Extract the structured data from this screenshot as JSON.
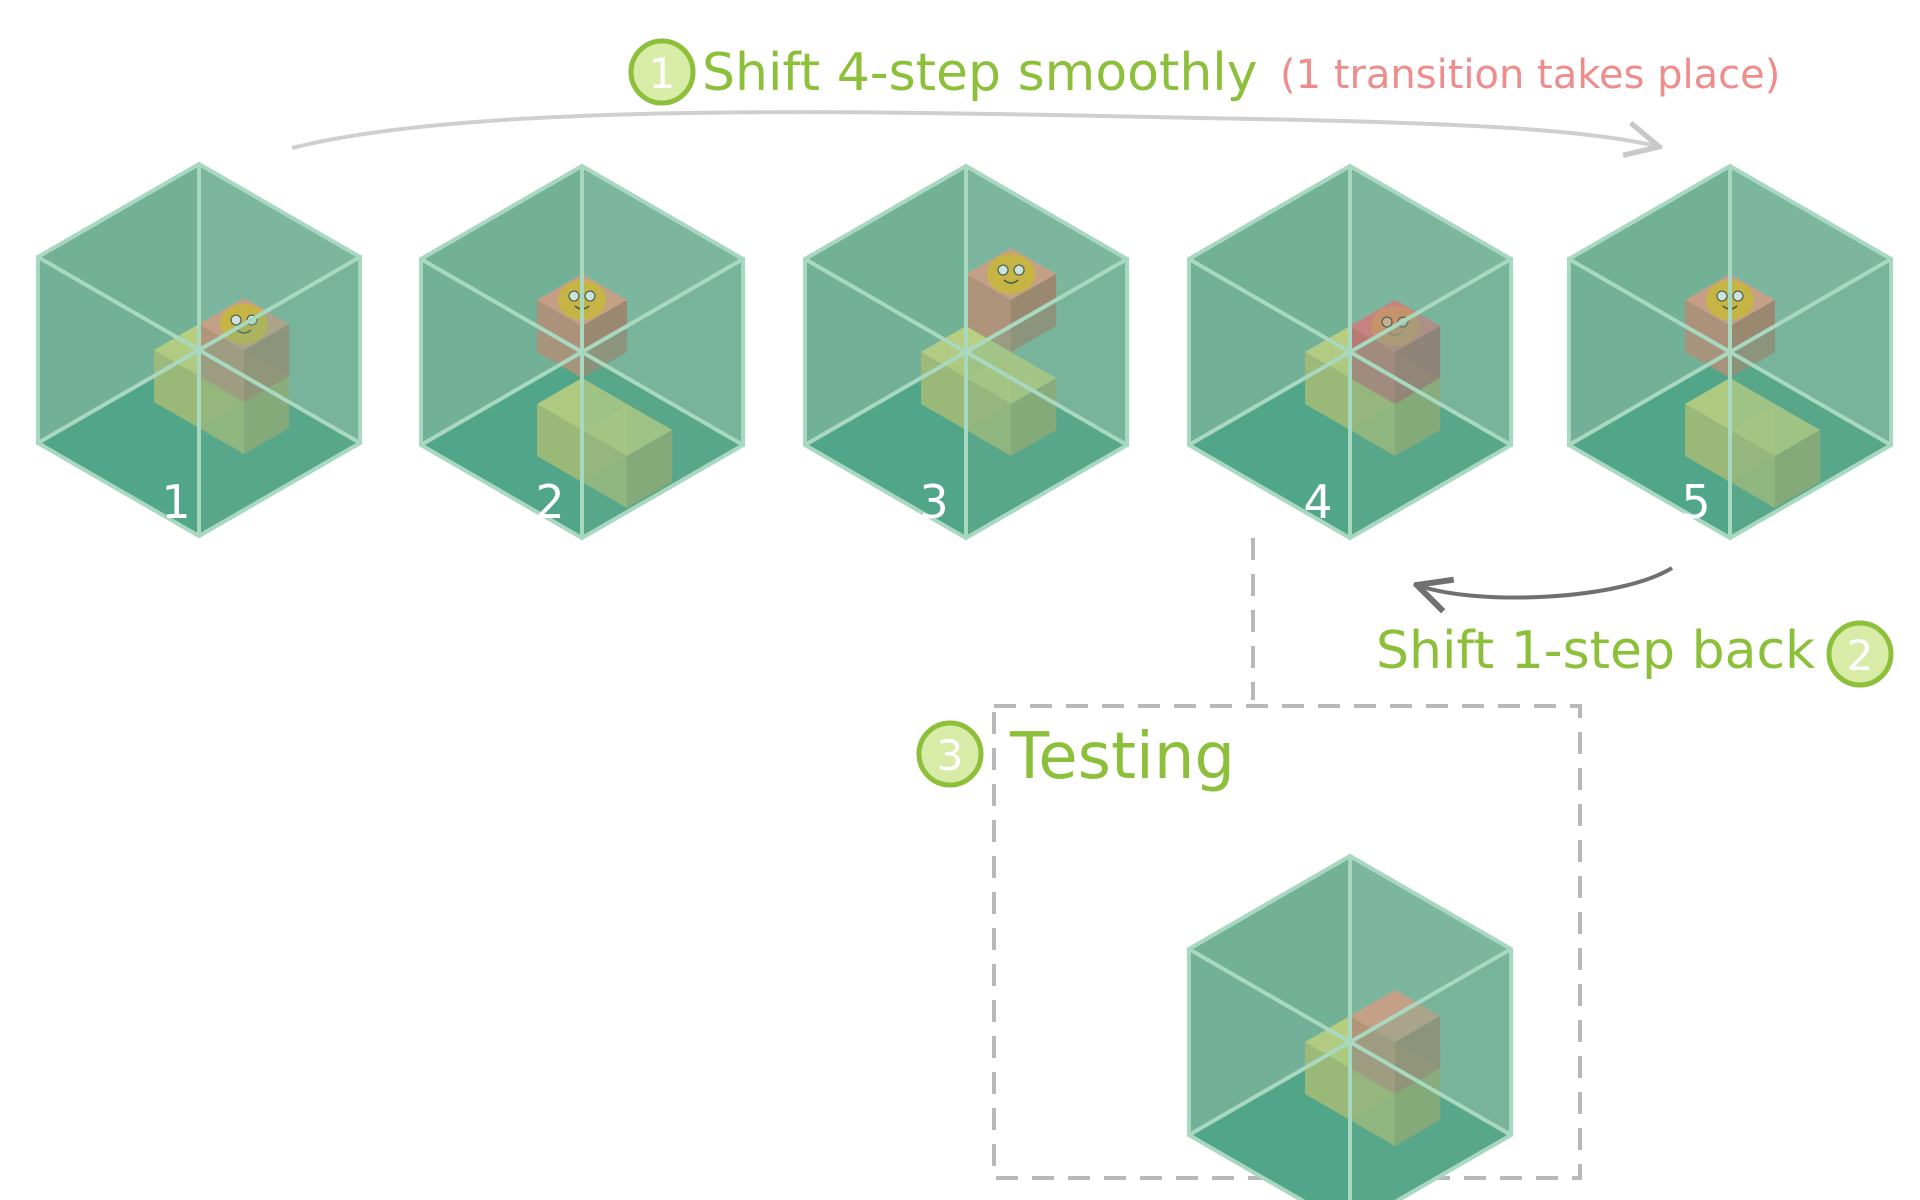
{
  "step1": {
    "badge": "1",
    "text": "Shift 4-step smoothly",
    "note": "(1 transition takes place)"
  },
  "step2": {
    "badge": "2",
    "text": "Shift 1-step back"
  },
  "step3": {
    "badge": "3",
    "text": "Testing"
  },
  "frames": [
    {
      "label": "1",
      "pattern": "a"
    },
    {
      "label": "2",
      "pattern": "b"
    },
    {
      "label": "3",
      "pattern": "c"
    },
    {
      "label": "4",
      "pattern": "d"
    },
    {
      "label": "5",
      "pattern": "e"
    },
    {
      "label": "",
      "pattern": "t"
    }
  ],
  "colors": {
    "accent_green": "#8dc03a",
    "note_pink": "#ef8d8d",
    "floor": "#3e9e82",
    "glass": "#6fae94",
    "edge": "#a8d8c0",
    "yellow_block": "#dbd46a",
    "salmon_block": "#e98a72",
    "red_block": "#ef5c68",
    "face": "#f4b81a"
  }
}
